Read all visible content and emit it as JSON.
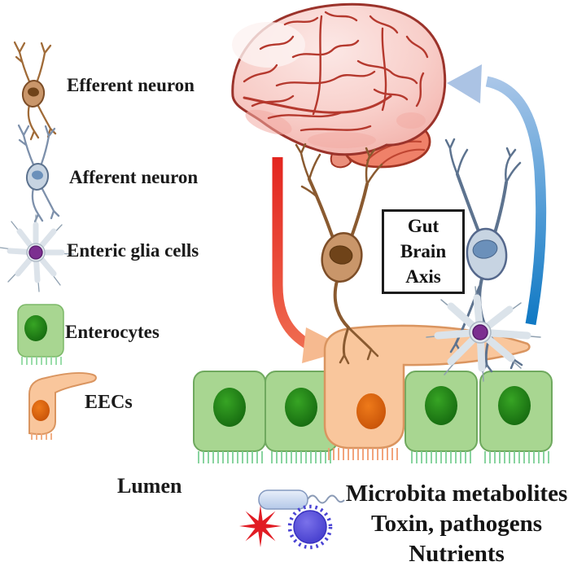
{
  "figure": {
    "type": "biology-diagram",
    "topic": "Gut Brain Axis"
  },
  "axis_box": {
    "line1": "Gut",
    "line2": "Brain",
    "line3": "Axis"
  },
  "legend_left": {
    "items": [
      {
        "icon": "efferent-neuron-icon",
        "label": "Efferent neuron"
      },
      {
        "icon": "afferent-neuron-icon",
        "label": "Afferent neuron"
      },
      {
        "icon": "enteric-glia-cell-icon",
        "label": "Enteric glia cells"
      },
      {
        "icon": "enterocyte-icon",
        "label": "Enterocytes"
      },
      {
        "icon": "eec-cell-icon",
        "label": "EECs"
      }
    ]
  },
  "lumen_label": "Lumen",
  "legend_bottom": {
    "icons": [
      "bacterium-icon",
      "toxin-star-icon",
      "pathogen-virus-icon"
    ],
    "line1": "Microbita metabolites",
    "line2": "Toxin, pathogens",
    "line3": "Nutrients"
  },
  "palette": {
    "brain_fill": "#f8cfca",
    "brain_outline": "#9b332b",
    "cerebellum": "#ef8169",
    "red_arrow": "#e3251f",
    "red_arrowhead": "#f6ba90",
    "blue_arrow": "#1079c4",
    "blue_arrowhead": "#abc3e4",
    "efferent_neuron": "#c9966a",
    "afferent_neuron": "#c7d4e2",
    "glia_body": "#dbe3ea",
    "glia_nucleus": "#7c2f90",
    "enterocyte_fill": "#a8d691",
    "enterocyte_nucleus": "#1f7a15",
    "eec_fill": "#f9c69c",
    "eec_nucleus": "#e06210",
    "toxin_red": "#e11c24",
    "virus_blue": "#4a43d4",
    "text": "#1a1a1a"
  }
}
